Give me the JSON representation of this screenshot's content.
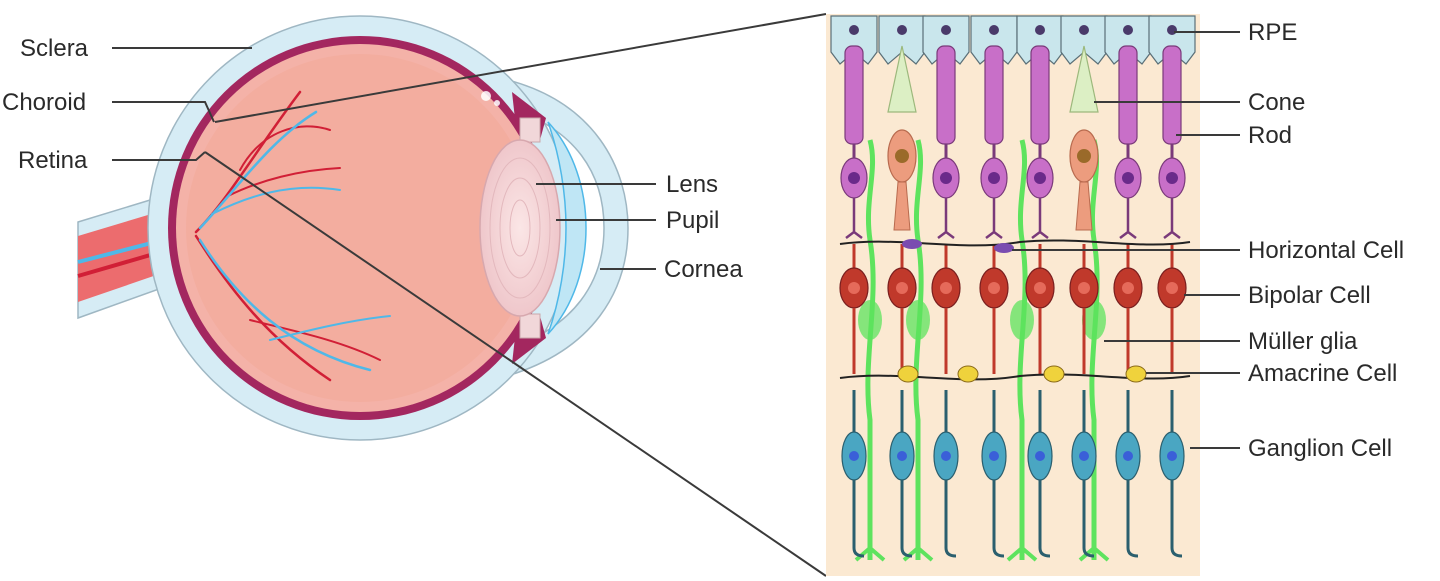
{
  "eye_labels": {
    "sclera": "Sclera",
    "choroid": "Choroid",
    "retina": "Retina",
    "lens": "Lens",
    "pupil": "Pupil",
    "cornea": "Cornea"
  },
  "retina_labels": {
    "rpe": "RPE",
    "cone": "Cone",
    "rod": "Rod",
    "horizontal_cell": "Horizontal Cell",
    "bipolar_cell": "Bipolar Cell",
    "muller_glia": "Müller glia",
    "amacrine_cell": "Amacrine Cell",
    "ganglion_cell": "Ganglion Cell"
  },
  "colors": {
    "sclera": "#d6ecf5",
    "choroid": "#a3275f",
    "retina_layer": "#f4b2a8",
    "vitreous": "#f3b0a4",
    "artery": "#d11f36",
    "vein": "#4fb8e8",
    "lens": "#f6d6d6",
    "retina_background": "#fbe9d2",
    "rpe": "#c9e6ec",
    "rod": "#c86fc8",
    "cone_outer": "#dcefc4",
    "cone_inner": "#ec9c7e",
    "bipolar": "#c0392b",
    "muller": "#5ee35e",
    "amacrine": "#efd23c",
    "ganglion": "#4aa6c2",
    "horizontal": "#7a4cb0"
  }
}
